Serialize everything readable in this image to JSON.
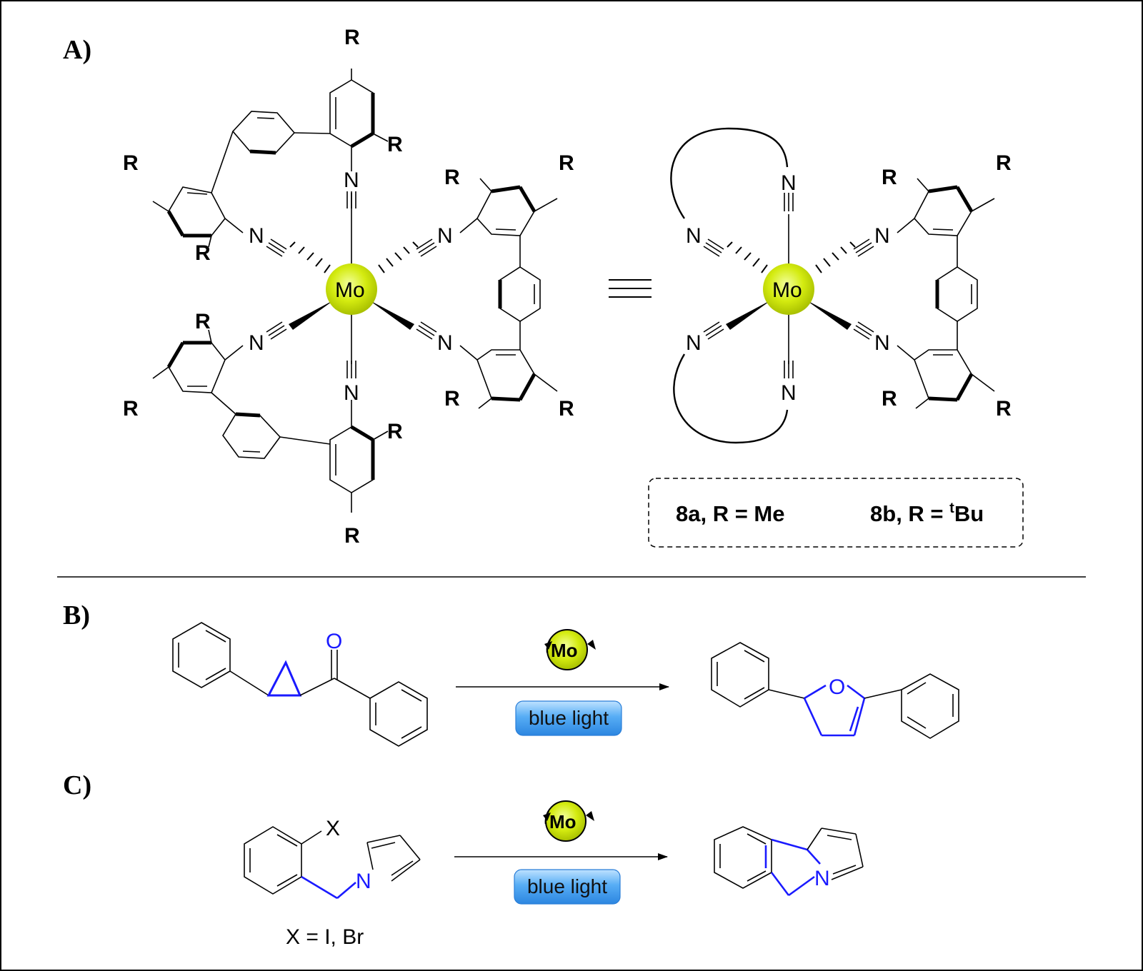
{
  "panels": {
    "a_label": "A)",
    "b_label": "B)",
    "c_label": "C)"
  },
  "atoms": {
    "metal": "Mo",
    "nitrogen": "N",
    "r_group": "R",
    "oxygen": "O"
  },
  "legend": {
    "item1_id": "8a",
    "item1_text": ", R = Me",
    "item2_id": "8b",
    "item2_text": ", R = ",
    "item2_sup": "t",
    "item2_tail": "Bu"
  },
  "reactions": {
    "catalyst": "Mo",
    "condition": "blue light",
    "c_substituent": "X",
    "c_note": "X = I, Br"
  },
  "colors": {
    "highlight": "#1a1aff",
    "metal_fill": "#c8e000",
    "condition_fill": "#3f9ff0"
  }
}
